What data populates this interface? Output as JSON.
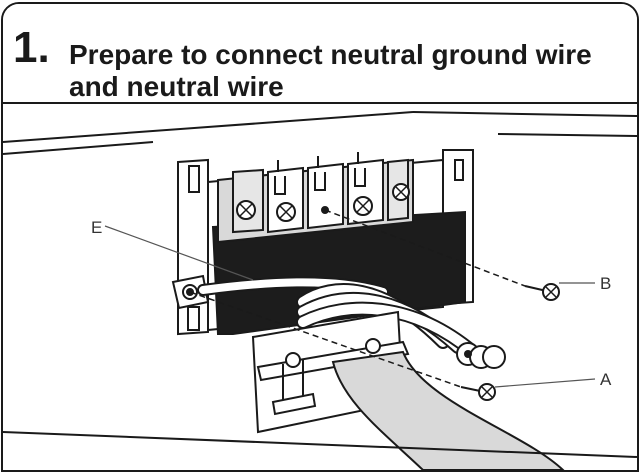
{
  "step": {
    "number": "1.",
    "title": "Prepare to connect neutral ground wire and neutral wire"
  },
  "callouts": {
    "e": "E",
    "b": "B",
    "a": "A"
  },
  "colors": {
    "ink": "#1a1a1a",
    "fill_gray": "#d9d9d9",
    "opening_dark": "#1c1c1c"
  }
}
